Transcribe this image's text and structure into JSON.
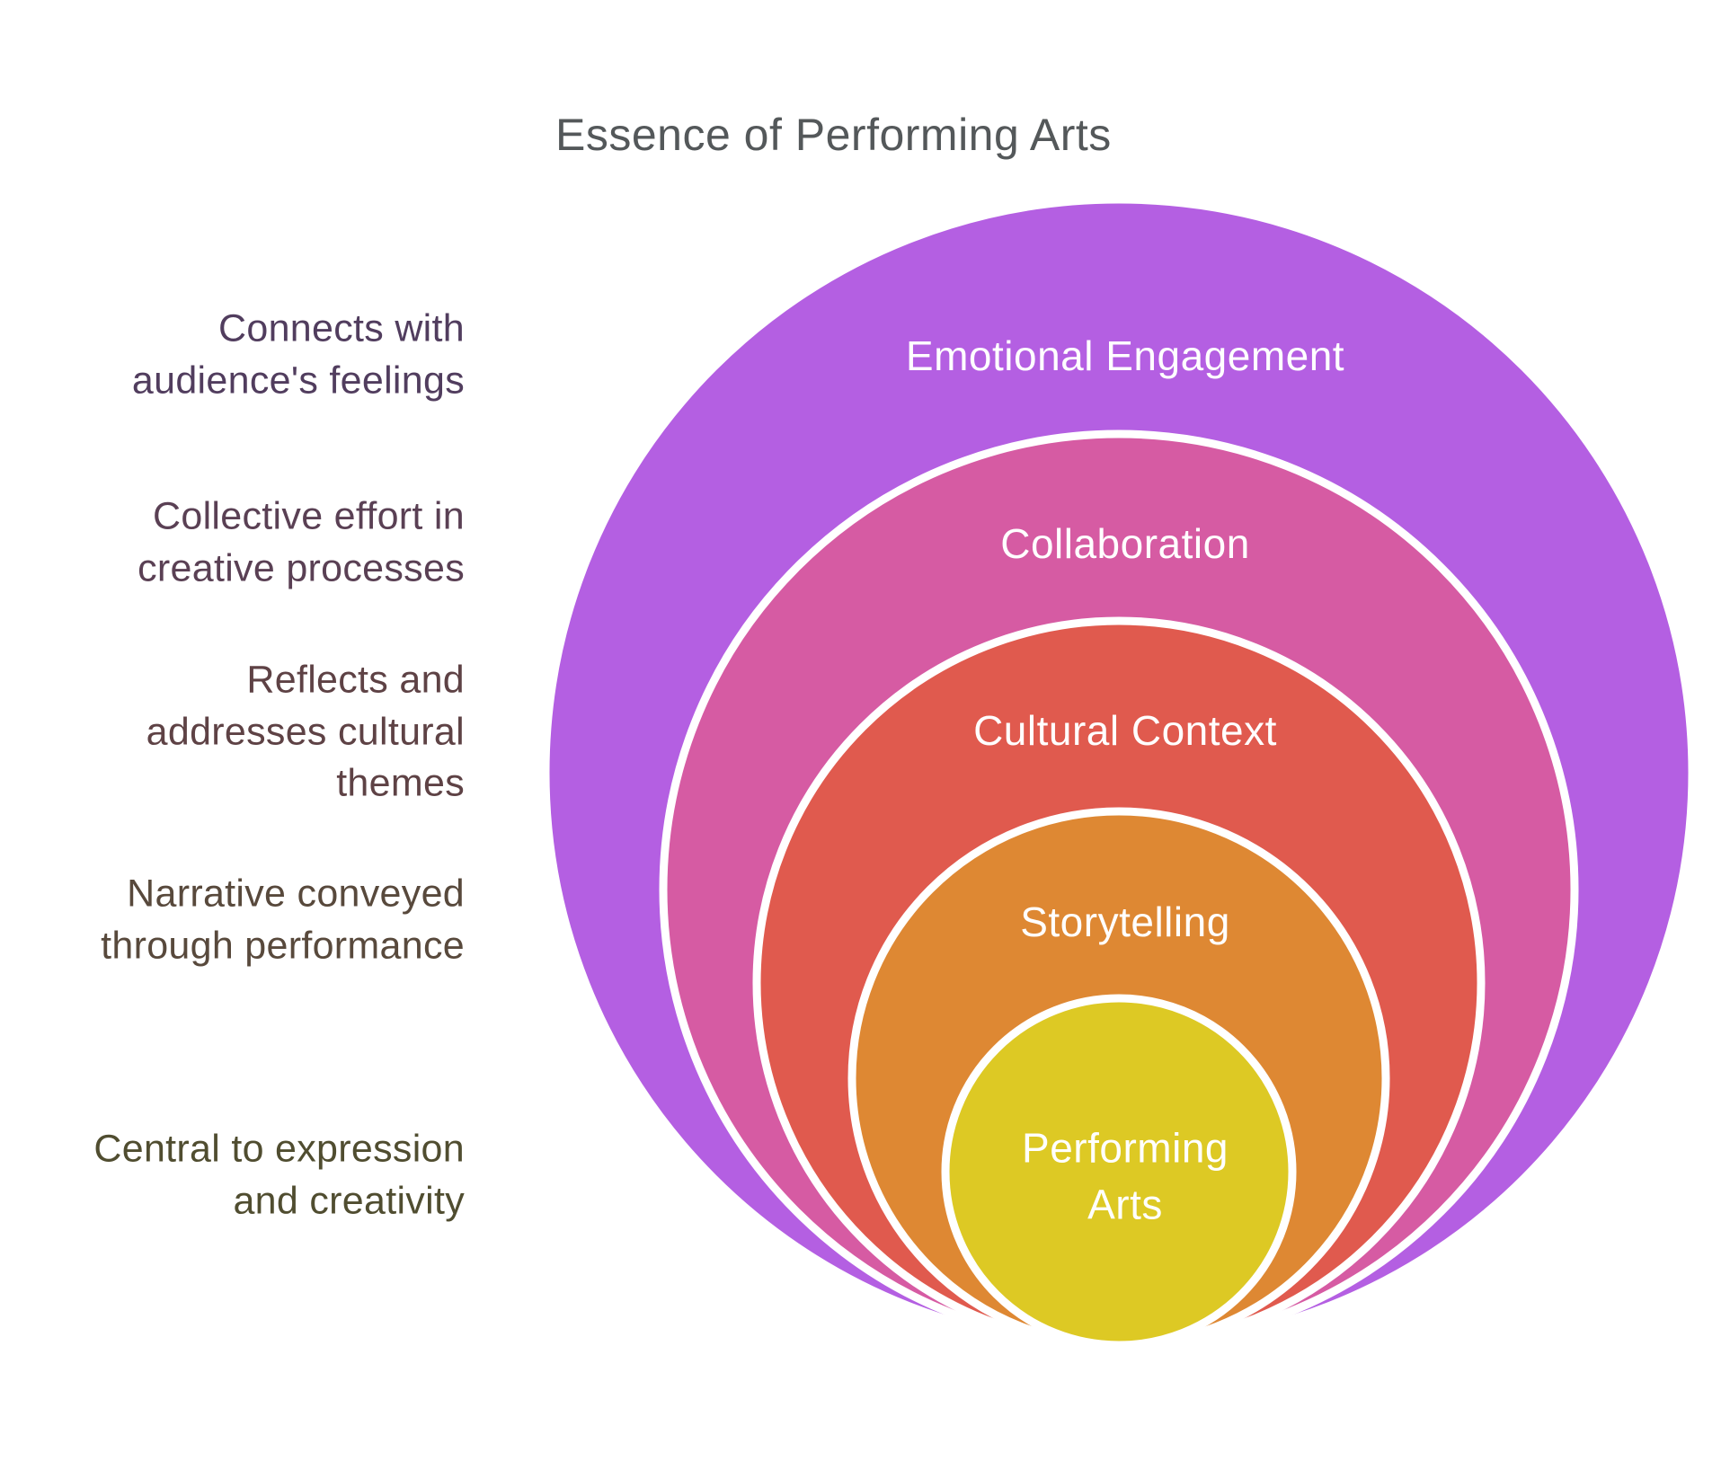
{
  "title": "Essence of Performing Arts",
  "title_color": "#54585a",
  "background_color": "#ffffff",
  "ring_separator_color": "#ffffff",
  "ring_label_color": "#ffffff",
  "rings": [
    {
      "label": "Emotional Engagement",
      "color": "#b45fe2",
      "description": "Connects with\naudience's feelings",
      "description_color": "#513d5e"
    },
    {
      "label": "Collaboration",
      "color": "#d65ba3",
      "description": "Collective effort in\ncreative processes",
      "description_color": "#5a4054"
    },
    {
      "label": "Cultural Context",
      "color": "#e05a4e",
      "description": "Reflects and\naddresses cultural\nthemes",
      "description_color": "#5e4245"
    },
    {
      "label": "Storytelling",
      "color": "#de8833",
      "description": "Narrative conveyed\nthrough performance",
      "description_color": "#58493c"
    },
    {
      "label": "Performing Arts",
      "color": "#ddc924",
      "description": "Central to expression\nand creativity",
      "description_color": "#504d30"
    }
  ]
}
